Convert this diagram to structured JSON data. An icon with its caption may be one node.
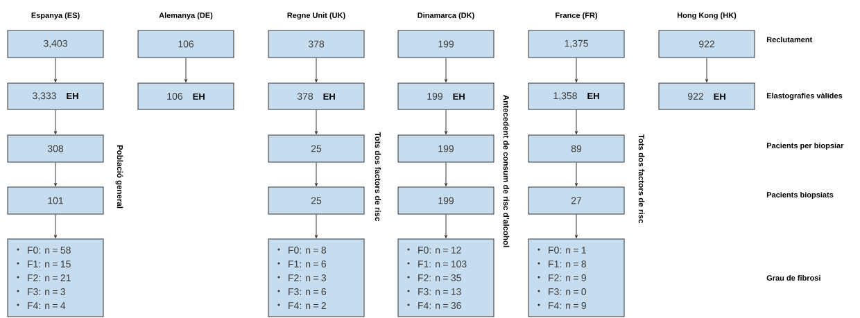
{
  "diagram": {
    "nodes": [
      {
        "text": [
          "3,403"
        ]
      },
      {
        "text": [
          "3,333",
          "EH"
        ]
      },
      {
        "text": [
          "308"
        ]
      },
      {
        "text": [
          "101"
        ]
      },
      {
        "text": [
          "F0: n = 58",
          "F1: n = 15",
          "F2: n = 21",
          "F3: n = 3",
          "F4: n = 4"
        ]
      },
      {
        "text": [
          "106"
        ]
      },
      {
        "text": [
          "106",
          "EH"
        ]
      },
      {
        "text": [
          "378"
        ]
      },
      {
        "text": [
          "378",
          "EH"
        ]
      },
      {
        "text": [
          "25"
        ]
      },
      {
        "text": [
          "25"
        ]
      },
      {
        "text": [
          "F0: n = 8",
          "F1: n = 6",
          "F2: n = 3",
          "F3: n = 6",
          "F4: n = 2"
        ]
      },
      {
        "text": [
          "199"
        ]
      },
      {
        "text": [
          "199",
          "EH"
        ]
      },
      {
        "text": [
          "199"
        ]
      },
      {
        "text": [
          "199"
        ]
      },
      {
        "text": [
          "F0: n = 12",
          "F1: n = 103",
          "F2: n = 35",
          "F3: n = 13",
          "F4: n = 36"
        ]
      },
      {
        "text": [
          "1,375"
        ]
      },
      {
        "text": [
          "1,358",
          "EH"
        ]
      },
      {
        "text": [
          "89"
        ]
      },
      {
        "text": [
          "27"
        ]
      },
      {
        "text": [
          "F0: n = 1",
          "F1: n = 8",
          "F2: n = 9",
          "F3: n = 0",
          "F4: n = 9"
        ]
      },
      {
        "text": [
          "922"
        ]
      },
      {
        "text": [
          "922",
          "EH"
        ]
      }
    ],
    "edges": [
      {
        "from": 0,
        "to": 1,
        "arrow": "to"
      },
      {
        "from": 1,
        "to": 2,
        "arrow": "to"
      },
      {
        "from": 2,
        "to": 3,
        "arrow": "to"
      },
      {
        "from": 3,
        "to": 4,
        "arrow": "to"
      },
      {
        "from": 5,
        "to": 6,
        "arrow": "to"
      },
      {
        "from": 7,
        "to": 8,
        "arrow": "to"
      },
      {
        "from": 8,
        "to": 9,
        "arrow": "to"
      },
      {
        "from": 9,
        "to": 10,
        "arrow": "to"
      },
      {
        "from": 10,
        "to": 11,
        "arrow": "to"
      },
      {
        "from": 12,
        "to": 13,
        "arrow": "to"
      },
      {
        "from": 13,
        "to": 14,
        "arrow": "to"
      },
      {
        "from": 14,
        "to": 15,
        "arrow": "to"
      },
      {
        "from": 15,
        "to": 16,
        "arrow": "to"
      },
      {
        "from": 17,
        "to": 18,
        "arrow": "to"
      },
      {
        "from": 18,
        "to": 19,
        "arrow": "to"
      },
      {
        "from": 19,
        "to": 20,
        "arrow": "to"
      },
      {
        "from": 20,
        "to": 21,
        "arrow": "to"
      },
      {
        "from": 22,
        "to": 23,
        "arrow": "to"
      }
    ],
    "labels": [
      "Espanya (ES)",
      "Alemanya (DE)",
      "Regne Unit (UK)",
      "Dinamarca (DK)",
      "France (FR)",
      "Hong Kong (HK)",
      "Reclutament",
      "Elastografies vàlides",
      "Població general",
      "Tots dos factors de risc",
      "Antecedent de consum de risc d’alcohol",
      "Tots dos factors de risc",
      "Pacients per biopsiar",
      "Pacients biopsiats",
      "Grau de fibrosi"
    ]
  }
}
